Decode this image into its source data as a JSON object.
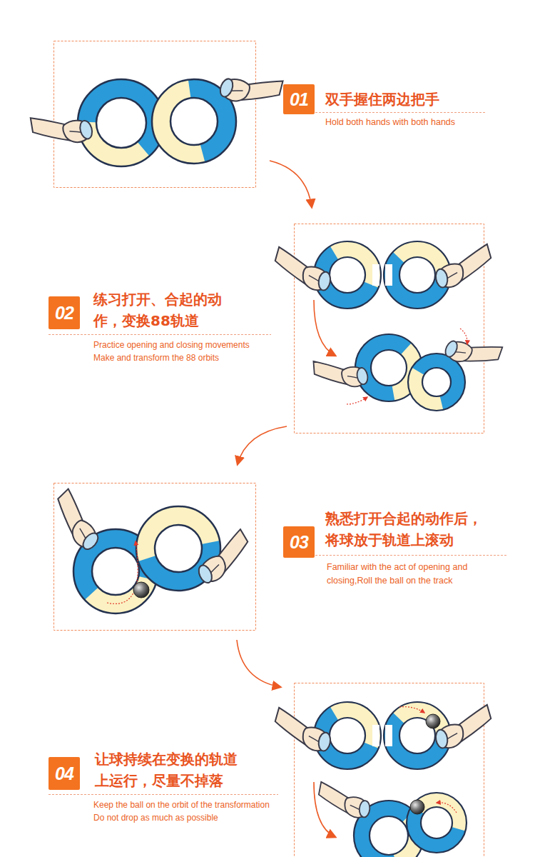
{
  "diagram": {
    "nodes": [
      {
        "text": [
          "01"
        ]
      },
      {
        "text": [
          "02"
        ]
      },
      {
        "text": [
          "03"
        ]
      },
      {
        "text": [
          "04"
        ]
      }
    ],
    "labels": [
      "双手握住两边把手",
      "Hold both hands with both hands",
      "练习打开、合起的动 作，变换88轨道",
      "Practice opening and closing movements",
      "Make and transform the 88 orbits",
      "熟悉打开合起的动作后， 将球放于轨道上滚动",
      "Familiar with the act of opening and closing,Roll the ball on the track",
      "让球持续在变换的轨道 上运行，尽量不掉落",
      "Keep the ball on the orbit of the transformation",
      "Do not drop as much as possible"
    ]
  }
}
